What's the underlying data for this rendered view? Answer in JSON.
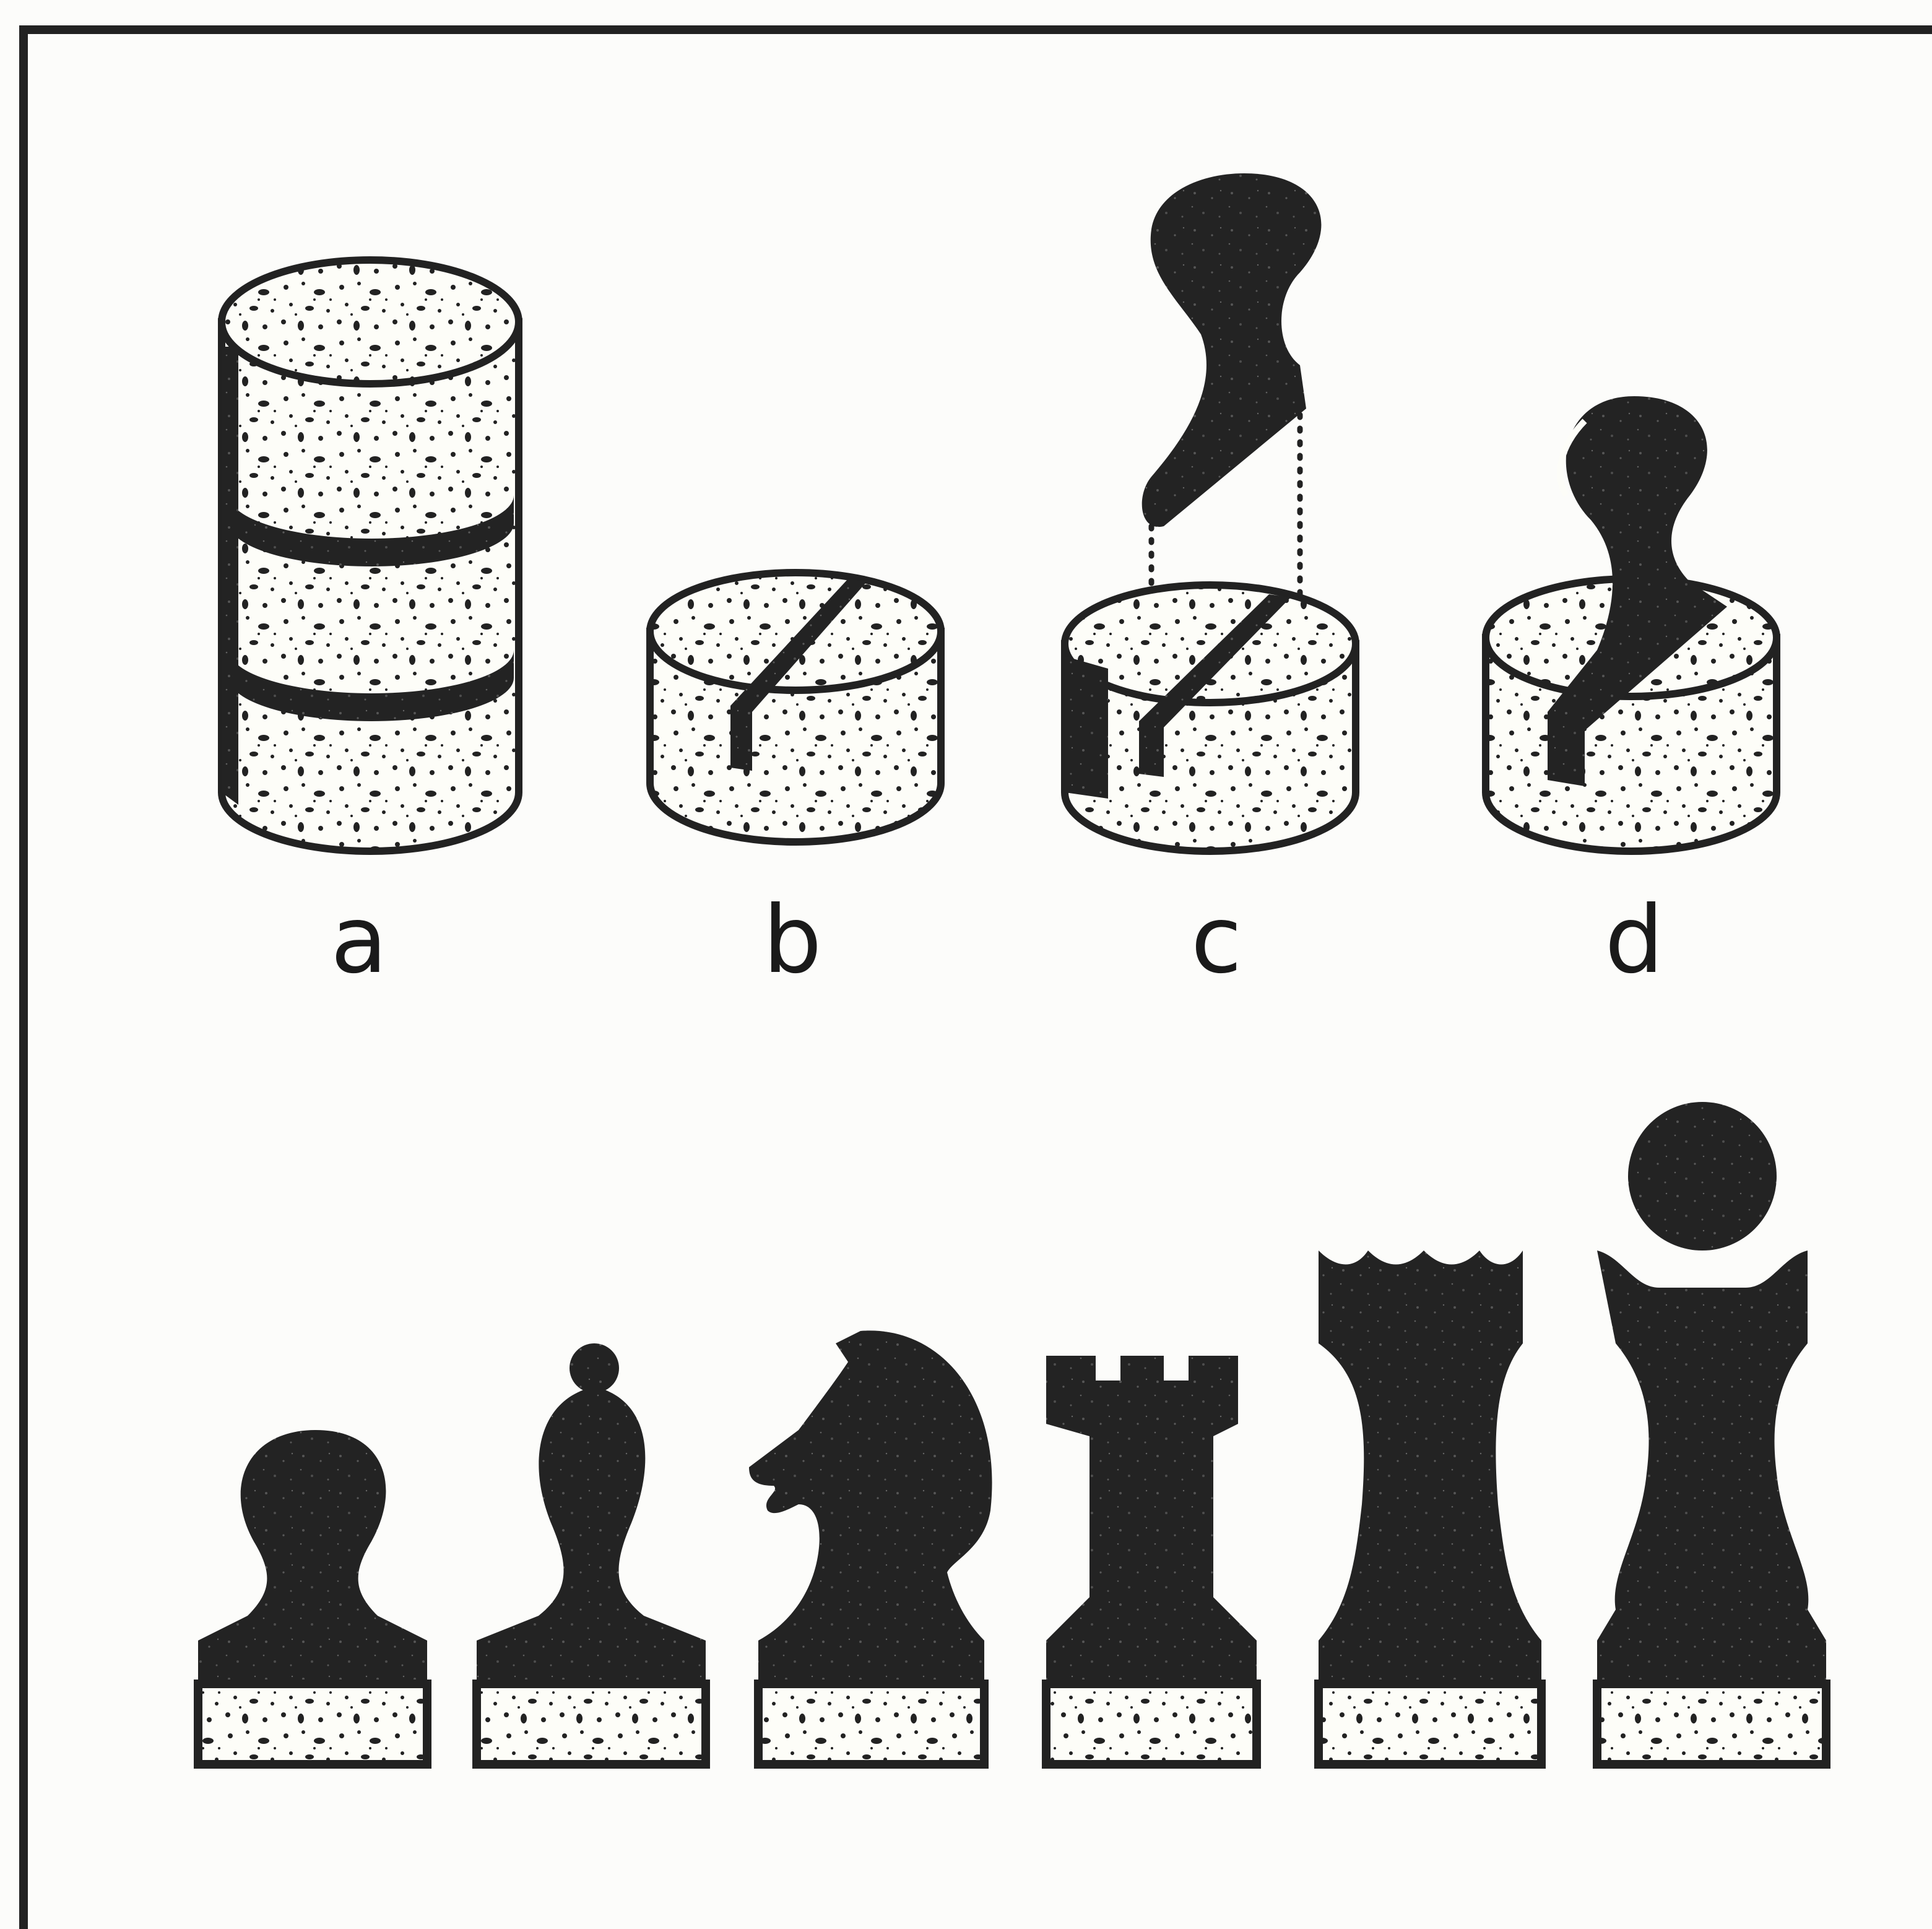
{
  "labels": {
    "a": "a",
    "b": "b",
    "c": "c",
    "d": "d"
  },
  "colors": {
    "ink": "#232323",
    "cork": "#fdfdf8",
    "paper": "#fcfcfa"
  },
  "pieces_row": [
    "pawn",
    "bishop",
    "knight",
    "rook",
    "queen",
    "king"
  ]
}
